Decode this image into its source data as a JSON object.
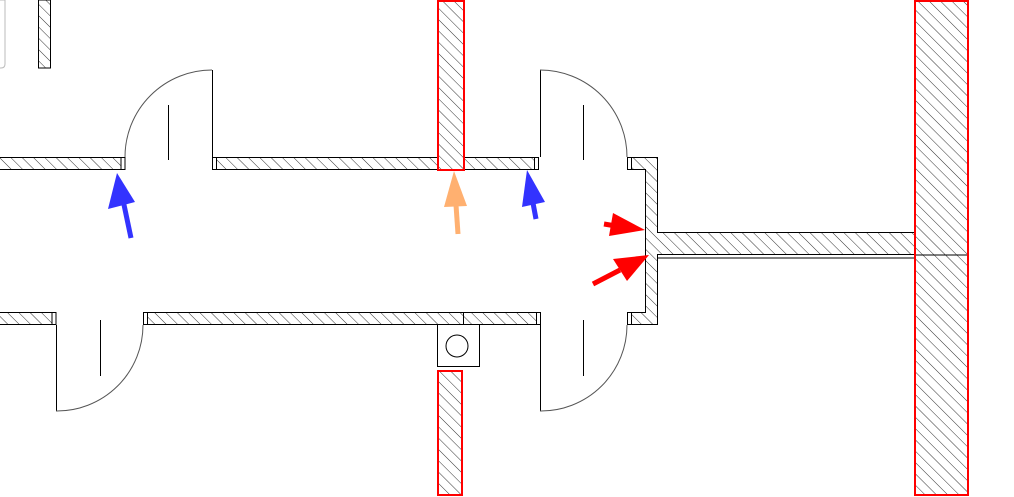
{
  "diagram": {
    "type": "floor-plan",
    "colors": {
      "line": "#000000",
      "hatch": "#333333",
      "highlight_red": "#ff0000",
      "arrow_blue": "#3333ff",
      "arrow_orange": "#ffb070",
      "arrow_red": "#ff0000",
      "faint_frame": "#bbbbbb"
    },
    "annotations": [
      {
        "id": "blue-arrow-left-door",
        "color": "arrow_blue"
      },
      {
        "id": "orange-arrow-pillar",
        "color": "arrow_orange"
      },
      {
        "id": "blue-arrow-right-door",
        "color": "arrow_blue"
      },
      {
        "id": "red-arrow-upper-junction",
        "color": "arrow_red"
      },
      {
        "id": "red-arrow-lower-junction",
        "color": "arrow_red"
      }
    ]
  }
}
